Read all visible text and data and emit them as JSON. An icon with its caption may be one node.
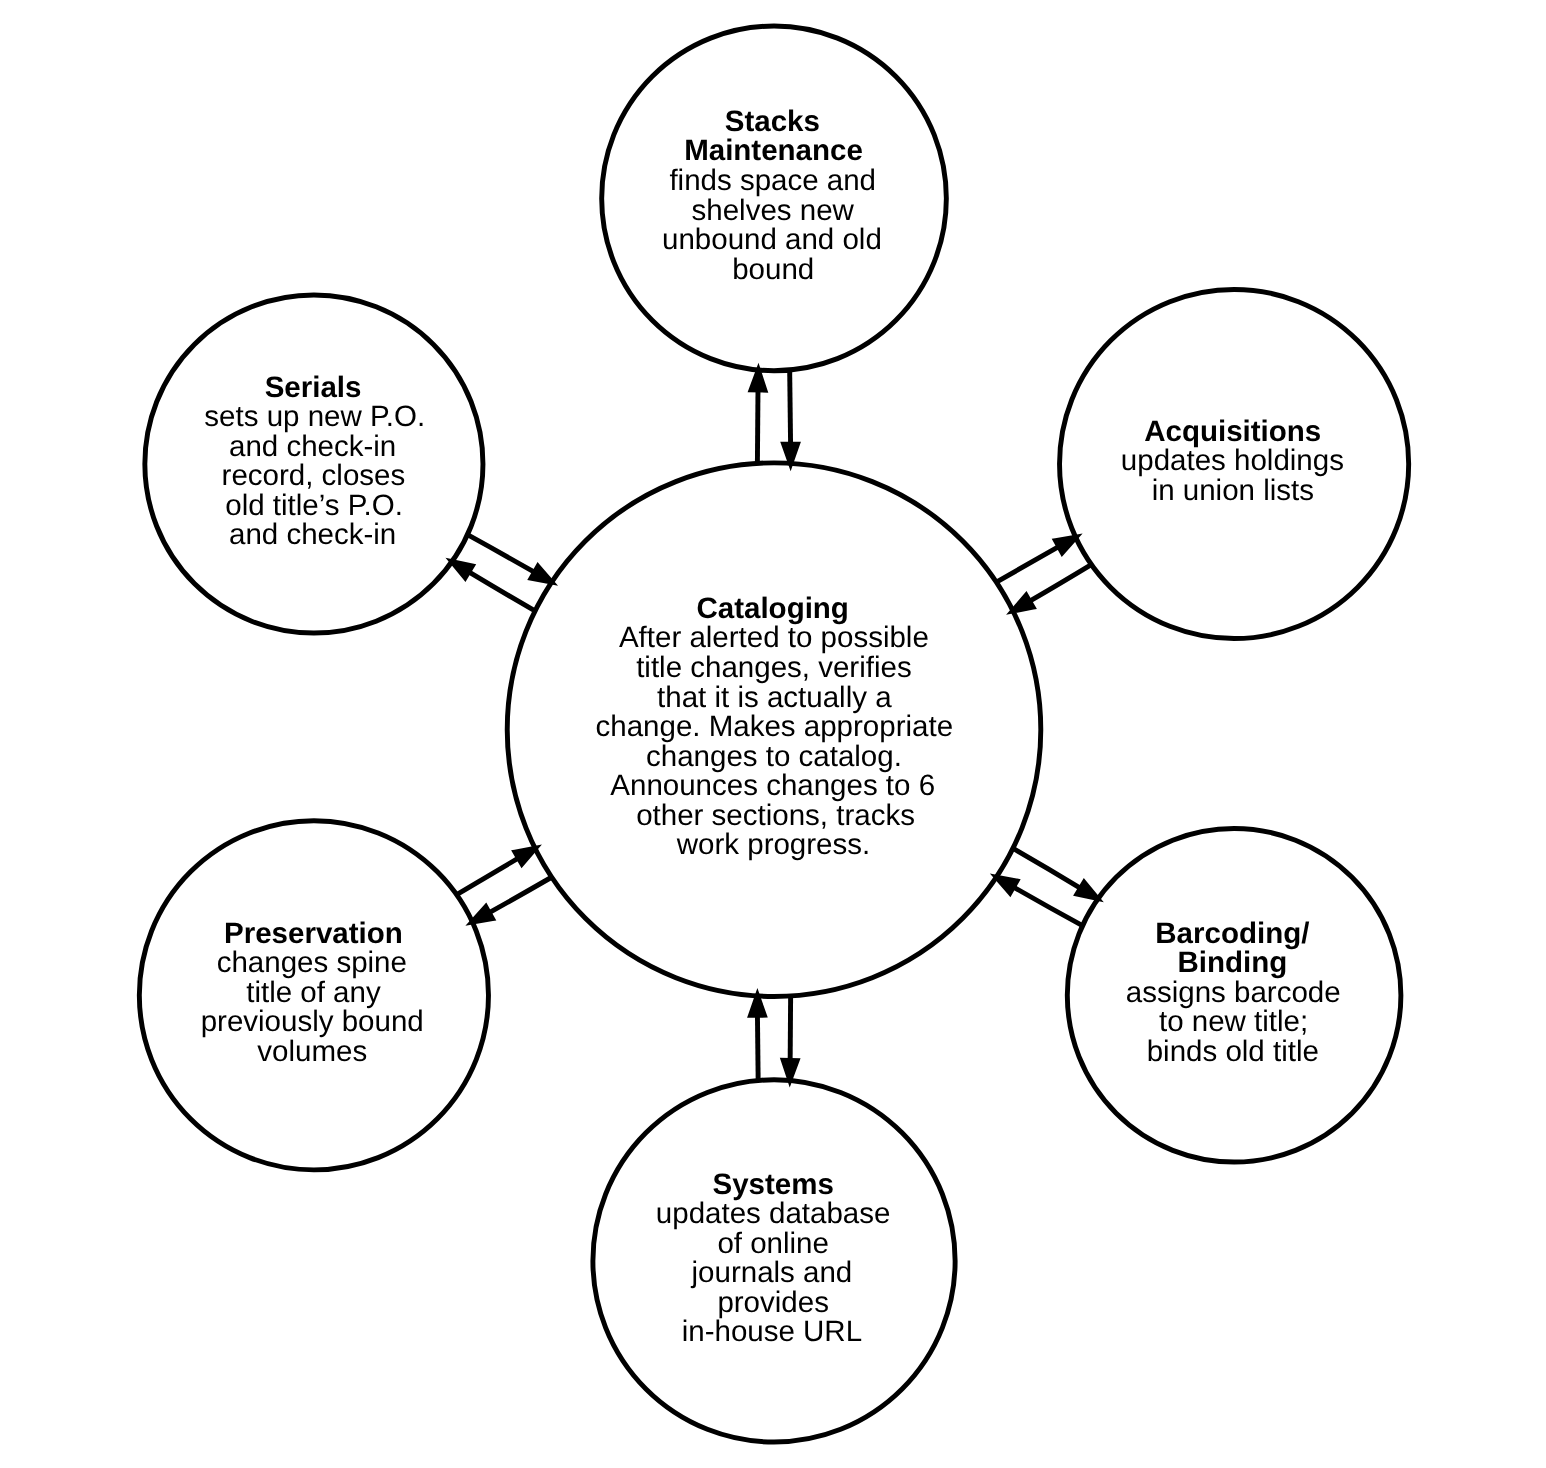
{
  "diagram": {
    "nodes": [
      {
        "text": [
          "Cataloging",
          "After alerted to possible title changes, verifies that it is actually a change. Makes appropriate changes to catalog. Announces changes to 6 other sections, tracks work progress."
        ]
      },
      {
        "text": [
          "Acquisitions",
          "updates holdings in union lists"
        ]
      },
      {
        "text": [
          "Stacks Maintenance",
          "finds space and shelves new unbound and old bound"
        ]
      },
      {
        "text": [
          "Serials",
          "sets up new P.O. and check-in record, closes old title’s P.O. and check-in"
        ]
      },
      {
        "text": [
          "Preservation",
          "changes spine title of any previously bound volumes"
        ]
      },
      {
        "text": [
          "Systems",
          "updates database of online journals and provides in-house URL"
        ]
      },
      {
        "text": [
          "Barcoding/ Binding",
          "assigns barcode to new title; binds old title"
        ]
      }
    ],
    "edges": [
      {
        "from": 0,
        "to": 1,
        "arrow": "to"
      },
      {
        "from": 1,
        "to": 0,
        "arrow": "to"
      },
      {
        "from": 0,
        "to": 3,
        "arrow": "to"
      },
      {
        "from": 3,
        "to": 0,
        "arrow": "to"
      },
      {
        "from": 0,
        "to": 5,
        "arrow": "to"
      },
      {
        "from": 5,
        "to": 0,
        "arrow": "to"
      },
      {
        "from": 0,
        "to": 6,
        "arrow": "to"
      },
      {
        "from": 6,
        "to": 0,
        "arrow": "to"
      },
      {
        "from": 0,
        "to": 4,
        "arrow": "to"
      },
      {
        "from": 4,
        "to": 0,
        "arrow": "to"
      },
      {
        "from": 0,
        "to": 2,
        "arrow": "to"
      },
      {
        "from": 2,
        "to": 0,
        "arrow": "to"
      }
    ]
  }
}
